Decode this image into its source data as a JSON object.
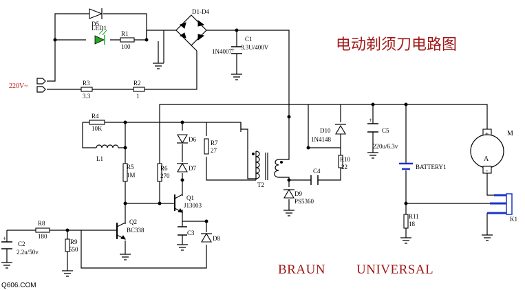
{
  "title": "电动剃须刀电路图",
  "brand": [
    "BRAUN",
    "UNIVERSAL"
  ],
  "site": "Q606.COM",
  "mains_label": "220V~",
  "colors": {
    "title": "#a01818",
    "led": "#22aa22",
    "wire": "#000000"
  },
  "components": {
    "d5": "D5",
    "led1": "LED1",
    "r1": {
      "name": "R1",
      "value": "100"
    },
    "r2": {
      "name": "R2",
      "value": "1"
    },
    "r3": {
      "name": "R3",
      "value": "3.3"
    },
    "bridge": {
      "name": "D1-D4",
      "part": "1N4007"
    },
    "c1": {
      "name": "C1",
      "value": "3.3U/400V"
    },
    "r4": {
      "name": "R4",
      "value": "10K"
    },
    "l1": "L1",
    "r5": {
      "name": "R5",
      "value": "1M"
    },
    "r6": {
      "name": "R6",
      "value": "270"
    },
    "d6": "D6",
    "d7": "D7",
    "r7": {
      "name": "R7",
      "value": "27"
    },
    "q1": {
      "name": "Q1",
      "part": "J13003"
    },
    "c3": "C3",
    "t2": "T2",
    "d8": "D8",
    "q2": {
      "name": "Q2",
      "part": "BC338"
    },
    "r8": {
      "name": "R8",
      "value": "180"
    },
    "c2": {
      "name": "C2",
      "value": "2.2u/50v"
    },
    "r9": {
      "name": "R9",
      "value": "550"
    },
    "d10": {
      "name": "D10",
      "part": "1N4148"
    },
    "d9": {
      "name": "D9",
      "part": "PS5360"
    },
    "r10": {
      "name": "R10",
      "value": "22"
    },
    "c4": "C4",
    "c5": {
      "name": "C5",
      "value": "220u/6.3v"
    },
    "battery": "BATTERY1",
    "r11": {
      "name": "R11",
      "value": "18"
    },
    "motor": {
      "name": "M",
      "symbol": "A",
      "plus": "+",
      "minus": "-"
    },
    "k1": "K1"
  }
}
